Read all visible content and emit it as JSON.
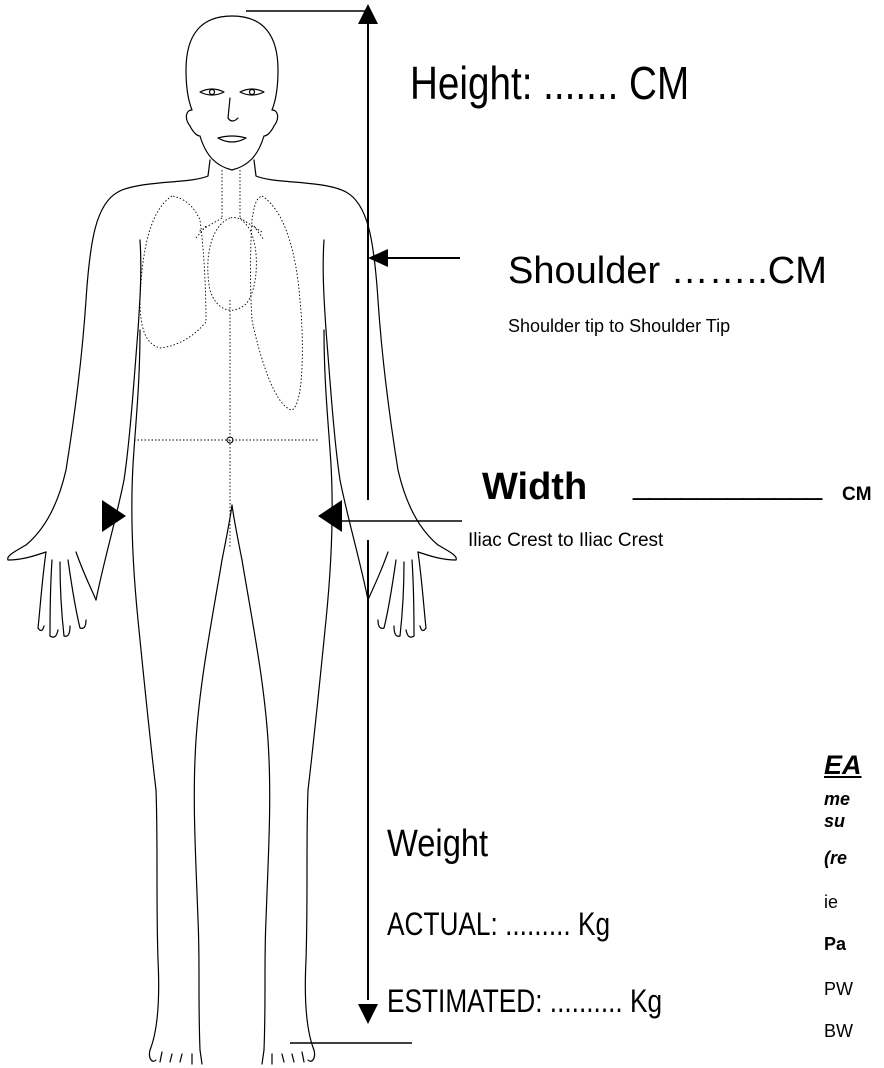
{
  "labels": {
    "height": "Height: ....... CM",
    "shoulder": "Shoulder ……..CM",
    "shoulder_sub": "Shoulder tip to Shoulder Tip",
    "width": "Width",
    "width_blank": "____________",
    "width_unit": "CM",
    "width_sub": "Iliac Crest to Iliac Crest",
    "weight_title": "Weight",
    "weight_actual": "ACTUAL: ......... Kg",
    "weight_estimated": "ESTIMATED: .......... Kg"
  },
  "side_panel": {
    "heading": "EA",
    "lines": [
      "me",
      "su",
      "(re",
      "ie",
      "Pa",
      "PW",
      "BW"
    ]
  },
  "icons": {
    "height_arrow": "double-headed-vertical-arrow",
    "shoulder_pointer": "left-arrow",
    "hip_markers": [
      "right-pointing-triangle",
      "left-pointing-triangle"
    ]
  },
  "colors": {
    "line": "#000000",
    "background": "#ffffff"
  }
}
